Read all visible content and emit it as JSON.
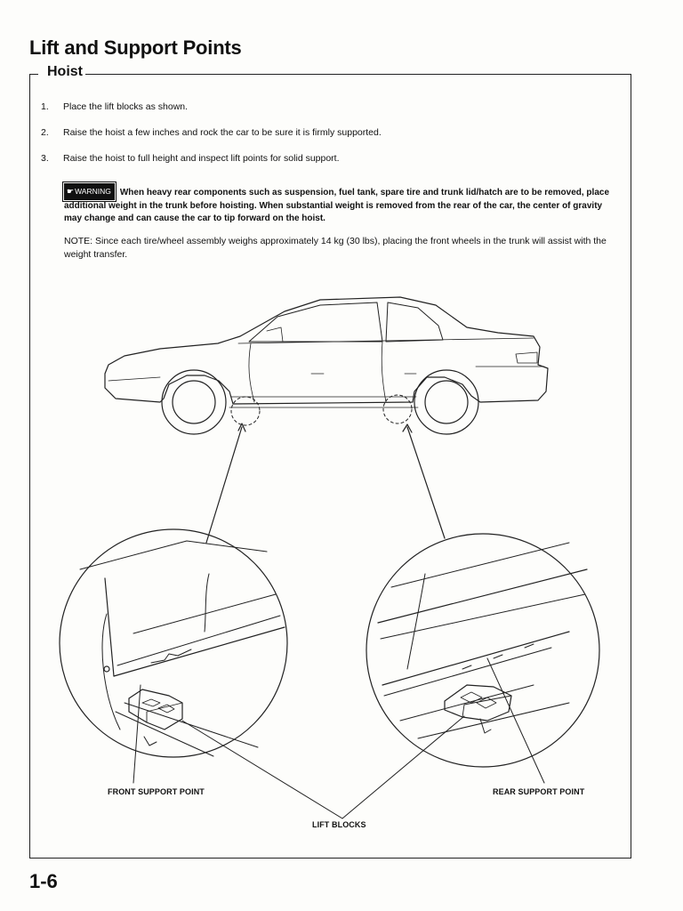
{
  "page": {
    "title": "Lift and Support Points",
    "section": "Hoist",
    "page_number": "1-6"
  },
  "steps": [
    {
      "num": "1.",
      "text": "Place the lift blocks as shown."
    },
    {
      "num": "2.",
      "text": "Raise the hoist a few inches and rock the car to be sure it is firmly supported."
    },
    {
      "num": "3.",
      "text": "Raise the hoist to full height and inspect lift points for solid support."
    }
  ],
  "warning": {
    "badge": "WARNING",
    "text": "When heavy rear components such as suspension, fuel tank, spare tire and trunk lid/hatch are to be removed, place additional weight in the trunk before hoisting. When substantial weight is removed from the rear of the car, the center of gravity may change and can cause the car to tip forward on the hoist."
  },
  "note": "NOTE:  Since each tire/wheel assembly weighs approximately 14 kg (30 lbs), placing the front wheels in the trunk will assist with the weight transfer.",
  "diagram": {
    "front_label": "FRONT SUPPORT POINT",
    "rear_label": "REAR SUPPORT POINT",
    "blocks_label": "LIFT BLOCKS"
  }
}
